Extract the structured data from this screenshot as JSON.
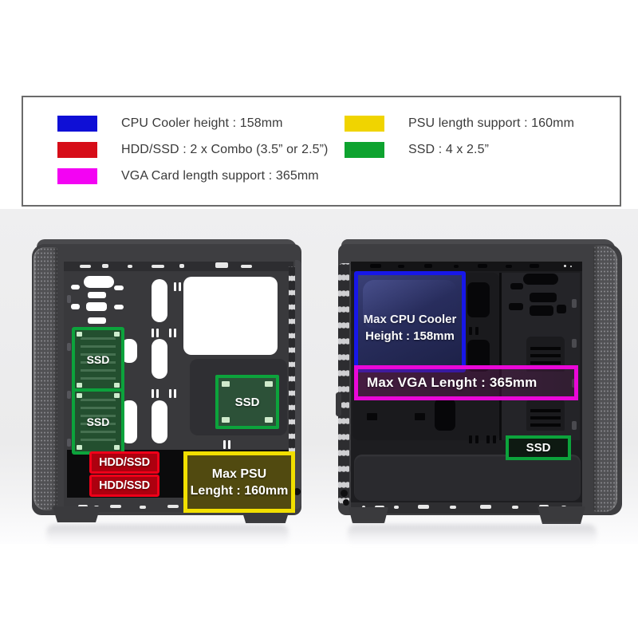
{
  "legend": {
    "left_column": {
      "items": [
        {
          "color": "#0f0fd6",
          "label": "CPU Cooler height : 158mm"
        },
        {
          "color": "#d60d18",
          "label": "HDD/SSD : 2 x Combo (3.5” or 2.5”)"
        },
        {
          "color": "#f303f3",
          "label": "VGA Card length support : 365mm"
        }
      ]
    },
    "right_column": {
      "items": [
        {
          "color": "#f0d400",
          "label": "PSU length support : 160mm"
        },
        {
          "color": "#0ea32f",
          "label": "SSD : 4 x 2.5”"
        }
      ]
    }
  },
  "left_case": {
    "ssd_bracket_1_label": "SSD",
    "ssd_bracket_2_label": "SSD",
    "ssd_tray_label": "SSD",
    "hdd_combo_1_label": "HDD/SSD",
    "hdd_combo_2_label": "HDD/SSD",
    "psu_box": {
      "line1": "Max PSU",
      "line2": "Lenght : 160mm",
      "border_color": "#f1df00"
    },
    "green_border_color": "#0ca33c",
    "red_border_color": "#ef0019"
  },
  "right_case": {
    "cpu_box": {
      "line1": "Max CPU Cooler",
      "line2": "Height : 158mm",
      "border_color": "#1717e8"
    },
    "vga_box": {
      "label": "Max VGA Lenght : 365mm",
      "border_color": "#ea07d8"
    },
    "ssd_box": {
      "label": "SSD",
      "border_color": "#0ca33c"
    }
  }
}
